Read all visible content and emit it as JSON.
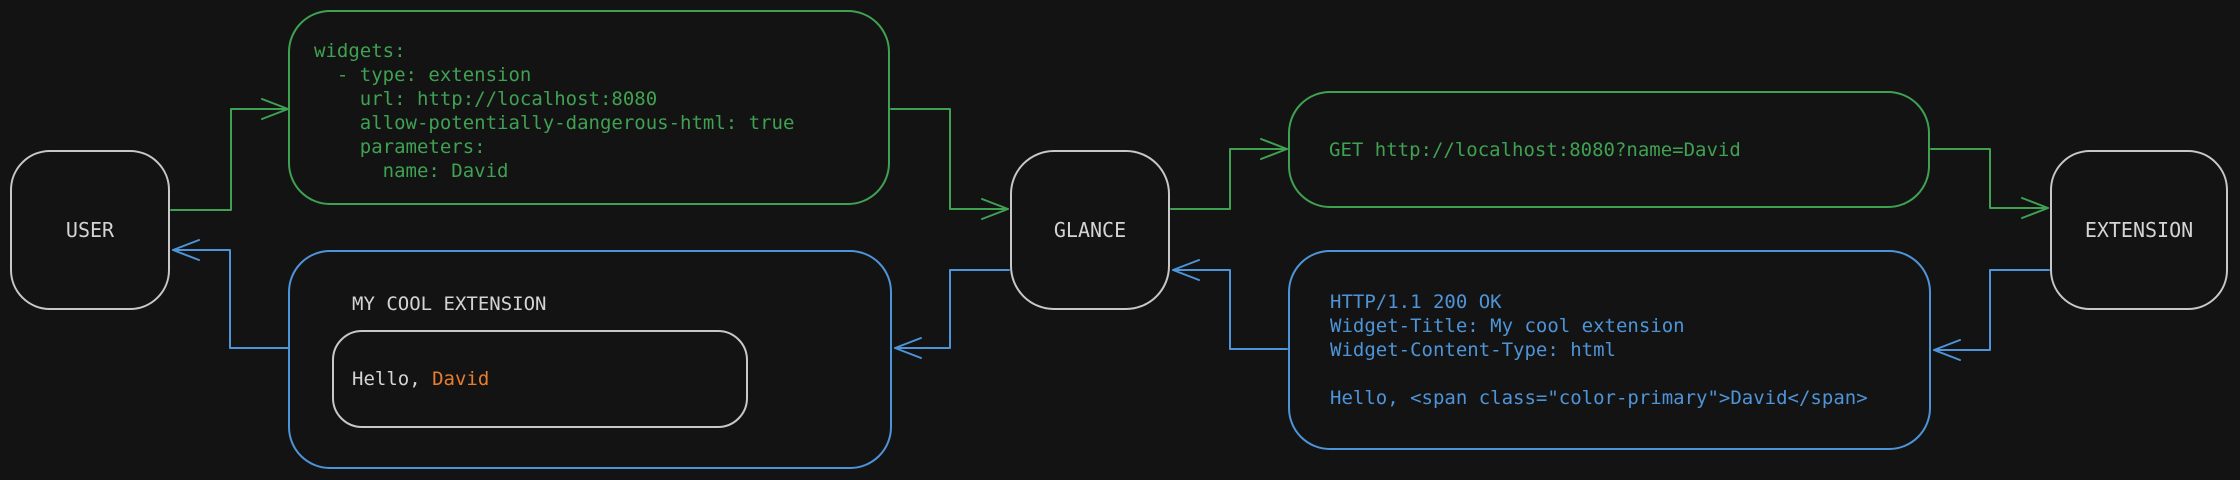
{
  "colors": {
    "background": "#131313",
    "green": "#3fa152",
    "blue": "#4e94d8",
    "gray_border": "#c8c8c8",
    "gray_text": "#d4d4d4",
    "orange": "#e87e2d"
  },
  "nodes": {
    "user": {
      "label": "USER"
    },
    "glance": {
      "label": "GLANCE"
    },
    "extension": {
      "label": "EXTENSION"
    }
  },
  "config_box": {
    "lines": [
      "widgets:",
      "  - type: extension",
      "    url: http://localhost:8080",
      "    allow-potentially-dangerous-html: true",
      "    parameters:",
      "      name: David"
    ]
  },
  "request_box": {
    "text": "GET http://localhost:8080?name=David"
  },
  "response_box": {
    "lines": [
      "HTTP/1.1 200 OK",
      "Widget-Title: My cool extension",
      "Widget-Content-Type: html",
      "",
      "Hello, <span class=\"color-primary\">David</span>"
    ]
  },
  "widget_box": {
    "title": "MY COOL EXTENSION",
    "greeting_prefix": "Hello, ",
    "greeting_name": "David"
  }
}
